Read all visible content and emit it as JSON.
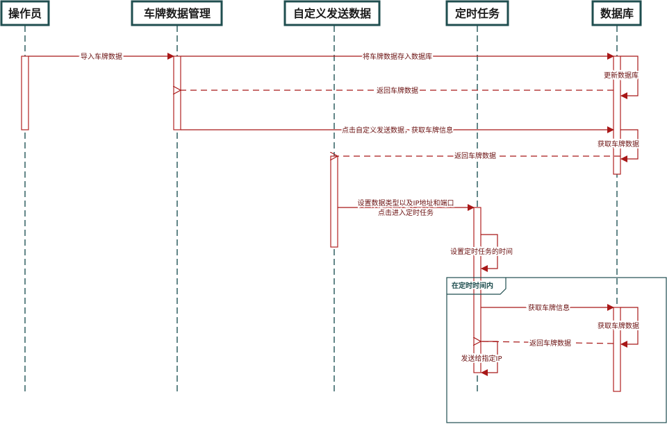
{
  "participants": [
    "操作员",
    "车牌数据管理",
    "自定义发送数据",
    "定时任务",
    "数据库"
  ],
  "messages": {
    "m1": "导入车牌数据",
    "m2": "将车牌数据存入数据库",
    "m3": "更新数据库",
    "m4": "返回车牌数据",
    "m5": "点击自定义发送数据，获取车牌信息",
    "m6": "获取车牌数据",
    "m7": "返回车牌数据",
    "m8a": "设置数据类型以及IP地址和端口",
    "m8b": "点击进入定时任务",
    "m9": "设置定时任务的时间",
    "m10": "获取车牌信息",
    "m11": "获取车牌数据",
    "m12": "返回车牌数据",
    "m13": "发送给指定IP"
  },
  "frame": {
    "label": "在定时时间内"
  },
  "colors": {
    "message": "#a81818",
    "header_border": "#1f4e4f"
  }
}
